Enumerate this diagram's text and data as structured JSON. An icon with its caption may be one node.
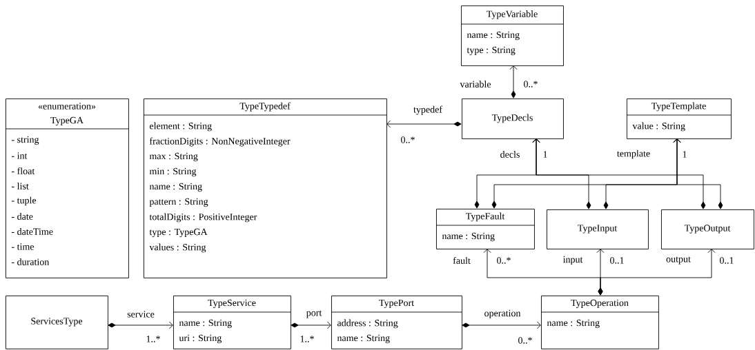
{
  "diagram": {
    "nodes": [
      {
        "text": [
          "«enumeration»",
          "TypeGA",
          "- string",
          "- int",
          "- float",
          "- list",
          "- tuple",
          "- date",
          "- dateTime",
          "- time",
          "- duration"
        ]
      },
      {
        "text": [
          "TypeTypedef",
          "element : String",
          "fractionDigits : NonNegativeInteger",
          "max : String",
          "min : String",
          "name : String",
          "pattern : String",
          "totalDigits : PositiveInteger",
          "type : TypeGA",
          "values : String"
        ]
      },
      {
        "text": [
          "TypeVariable",
          "name : String",
          "type : String"
        ]
      },
      {
        "text": [
          "TypeDecls"
        ]
      },
      {
        "text": [
          "TypeTemplate",
          "value : String"
        ]
      },
      {
        "text": [
          "TypeFault",
          "name : String"
        ]
      },
      {
        "text": [
          "TypeInput"
        ]
      },
      {
        "text": [
          "TypeOutput"
        ]
      },
      {
        "text": [
          "ServicesType"
        ]
      },
      {
        "text": [
          "TypeService",
          "name : String",
          "uri : String"
        ]
      },
      {
        "text": [
          "TypePort",
          "address : String",
          "name : String"
        ]
      },
      {
        "text": [
          "TypeOperation",
          "name : String"
        ]
      }
    ],
    "edges": [
      {
        "from": 3,
        "to": 2,
        "arrow": "to",
        "label": "variable"
      },
      {
        "from": 3,
        "to": 1,
        "arrow": "to",
        "label": "typedef"
      },
      {
        "from": 5,
        "to": 3,
        "arrow": "to",
        "label": "decls"
      },
      {
        "from": 6,
        "to": 3,
        "arrow": "to"
      },
      {
        "from": 7,
        "to": 3,
        "arrow": "to"
      },
      {
        "from": 5,
        "to": 4,
        "arrow": "to",
        "label": "template"
      },
      {
        "from": 6,
        "to": 4,
        "arrow": "to"
      },
      {
        "from": 7,
        "to": 4,
        "arrow": "to"
      },
      {
        "from": 11,
        "to": 5,
        "arrow": "to",
        "label": "fault"
      },
      {
        "from": 11,
        "to": 6,
        "arrow": "to",
        "label": "input"
      },
      {
        "from": 11,
        "to": 7,
        "arrow": "to",
        "label": "output"
      },
      {
        "from": 8,
        "to": 9,
        "arrow": "to",
        "label": "service"
      },
      {
        "from": 9,
        "to": 10,
        "arrow": "to",
        "label": "port"
      },
      {
        "from": 10,
        "to": 11,
        "arrow": "to",
        "label": "operation"
      }
    ],
    "labels": [
      "0..*",
      "0..*",
      "1",
      "1",
      "0..*",
      "0..1",
      "0..1",
      "1..*",
      "1..*",
      "0..*"
    ]
  }
}
